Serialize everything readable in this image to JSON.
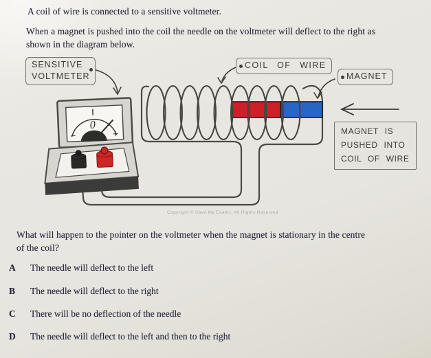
{
  "intro": {
    "para1": "A coil of wire is connected to a sensitive voltmeter.",
    "para2_line1": "When a magnet is pushed into the coil the needle on the voltmeter will deflect to the right as",
    "para2_line2": "shown in the diagram below."
  },
  "diagram": {
    "voltmeter_tag": {
      "line1": "SENSITIVE",
      "line2": "VOLTMETER"
    },
    "coil_tag": "COIL OF WIRE",
    "magnet_tag": "MAGNET",
    "action_box": {
      "line1": "MAGNET IS",
      "line2": "PUSHED INTO",
      "line3": "COIL OF WIRE"
    },
    "meter": {
      "zero": "0",
      "minus": "−",
      "plus": "+"
    },
    "colors": {
      "magnet_red": "#cd2026",
      "magnet_blue": "#2766c2",
      "terminal_red": "#ce2624",
      "terminal_black": "#292926",
      "wire": "#4a4a44",
      "meter_body": "#d7d5d0",
      "meter_base_dark": "#3b3b39"
    }
  },
  "copyright": "Copyright © Save My Exams. All Rights Reserved",
  "question": {
    "line1": "What will happen to the pointer on the voltmeter when the magnet is stationary in the centre",
    "line2": "of the coil?"
  },
  "options": [
    {
      "letter": "A",
      "text": "The needle will deflect to the left"
    },
    {
      "letter": "B",
      "text": "The needle will deflect to the right"
    },
    {
      "letter": "C",
      "text": "There will be no deflection of the needle"
    },
    {
      "letter": "D",
      "text": "The needle will deflect to the left and then to the right"
    }
  ]
}
